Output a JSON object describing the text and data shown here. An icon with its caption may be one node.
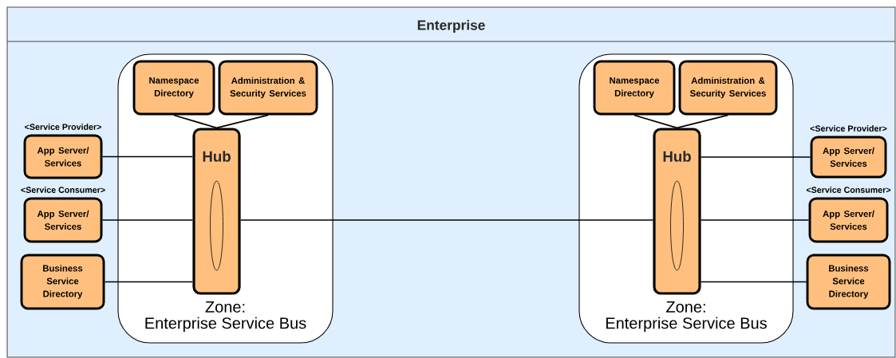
{
  "diagram": {
    "nodes": [
      {
        "text": [
          "Enterprise"
        ]
      },
      {
        "text": [
          "Zone:",
          "Enterprise Service Bus"
        ],
        "in": 0
      },
      {
        "text": [
          "Namespace Directory"
        ],
        "in": 1
      },
      {
        "text": [
          "Administration & Security Services"
        ],
        "in": 1
      },
      {
        "text": [
          "Hub"
        ],
        "in": 1
      },
      {
        "text": [
          "App Server/ Services"
        ],
        "beside": [
          "<Service Provider>"
        ],
        "in": 0
      },
      {
        "text": [
          "App Server/ Services"
        ],
        "beside": [
          "<Service Consumer>"
        ],
        "in": 0
      },
      {
        "text": [
          "Business Service Directory"
        ],
        "in": 0
      },
      {
        "text": [
          "Zone:",
          "Enterprise Service Bus"
        ],
        "in": 0
      },
      {
        "text": [
          "Namespace Directory"
        ],
        "in": 8
      },
      {
        "text": [
          "Administration & Security Services"
        ],
        "in": 8
      },
      {
        "text": [
          "Hub"
        ],
        "in": 8
      },
      {
        "text": [
          "App Server/ Services"
        ],
        "beside": [
          "<Service Provider>"
        ],
        "in": 0
      },
      {
        "text": [
          "App Server/ Services"
        ],
        "beside": [
          "<Service Consumer>"
        ],
        "in": 0
      },
      {
        "text": [
          "Business Service Directory"
        ],
        "in": 0
      }
    ],
    "edges": [
      {
        "from": 2,
        "to": 4,
        "arrow": "none"
      },
      {
        "from": 3,
        "to": 4,
        "arrow": "none"
      },
      {
        "from": 5,
        "to": 4,
        "arrow": "none"
      },
      {
        "from": 6,
        "to": 4,
        "arrow": "none"
      },
      {
        "from": 7,
        "to": 4,
        "arrow": "none"
      },
      {
        "from": 4,
        "to": 11,
        "arrow": "none"
      },
      {
        "from": 9,
        "to": 11,
        "arrow": "none"
      },
      {
        "from": 10,
        "to": 11,
        "arrow": "none"
      },
      {
        "from": 11,
        "to": 12,
        "arrow": "none"
      },
      {
        "from": 11,
        "to": 13,
        "arrow": "none"
      },
      {
        "from": 11,
        "to": 14,
        "arrow": "none"
      }
    ]
  }
}
